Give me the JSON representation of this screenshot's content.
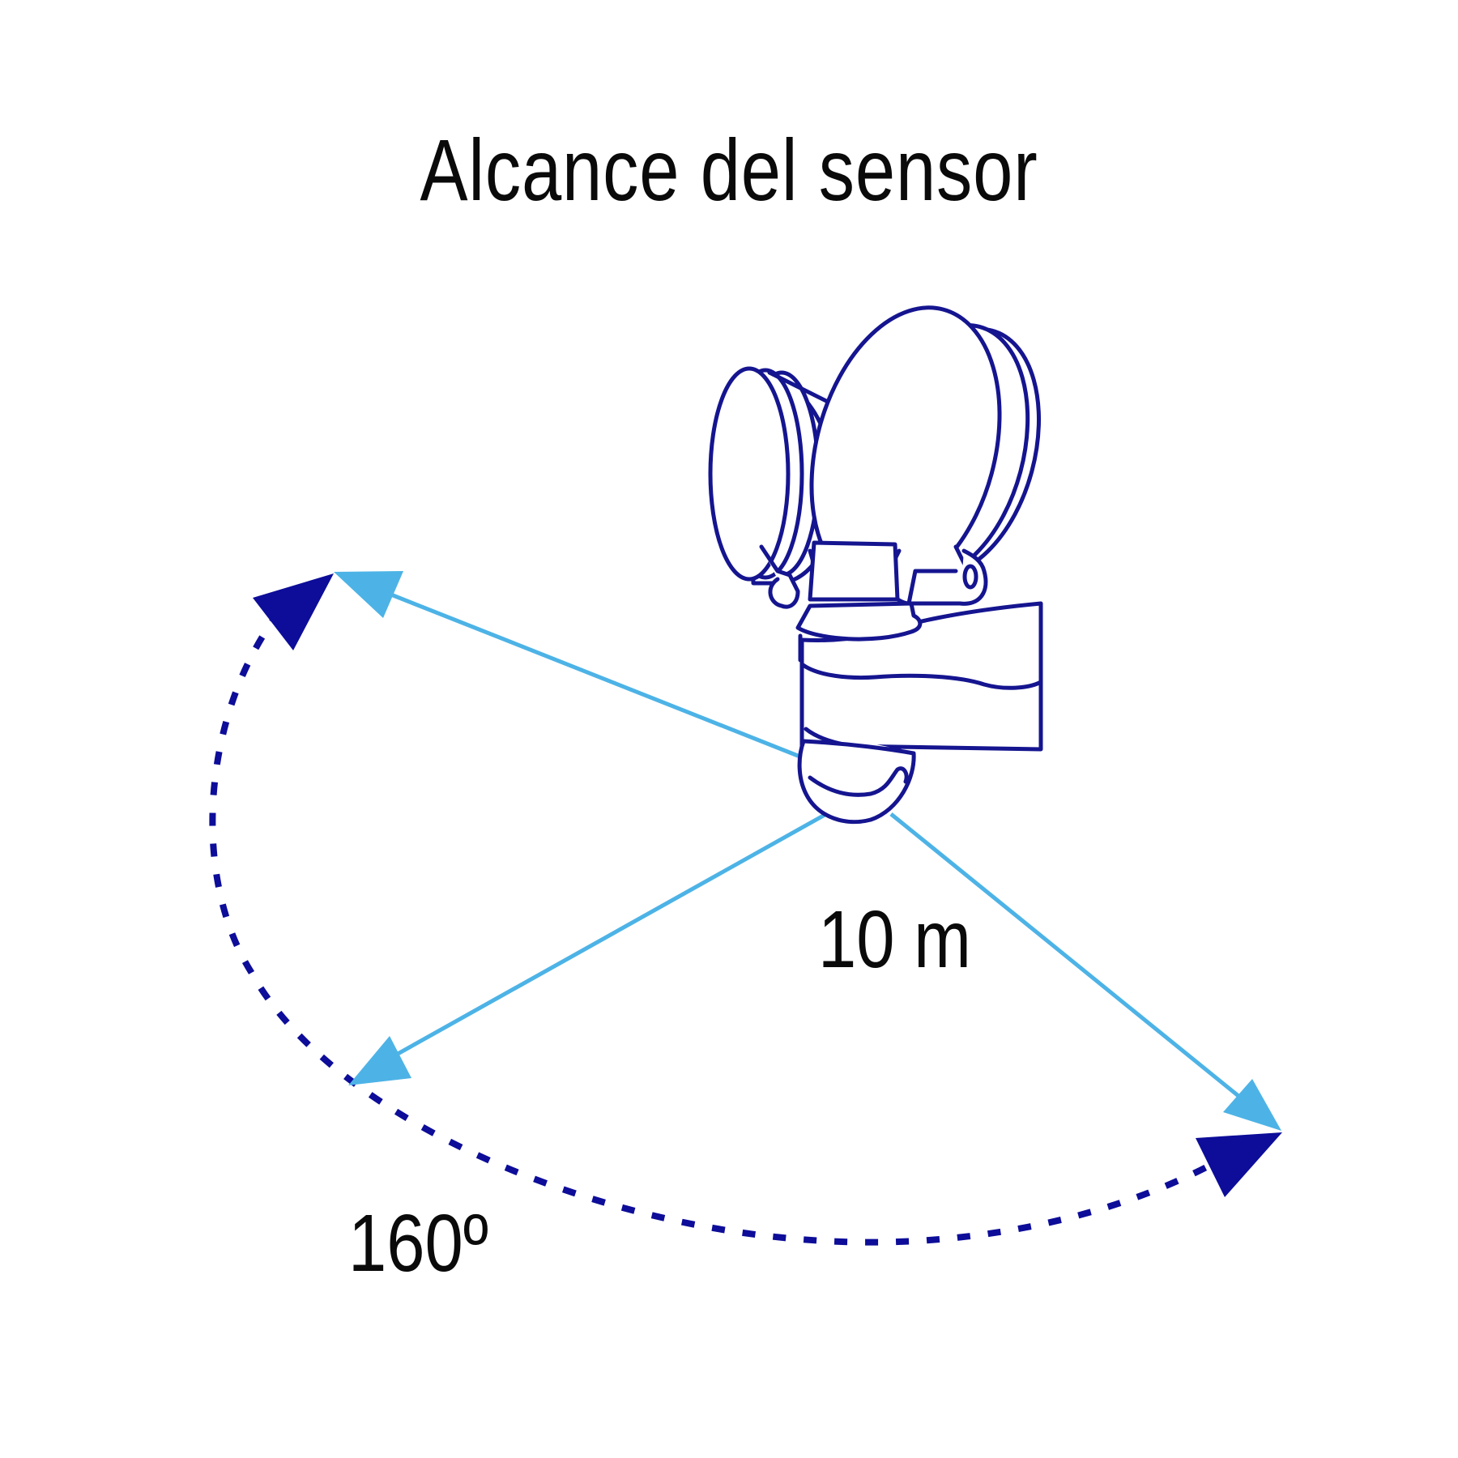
{
  "title": "Alcance del sensor",
  "distance_label": "10 m",
  "angle_label": "160º",
  "colors": {
    "text": "#0a0a0a",
    "range_line": "#4db3e6",
    "arc": "#0d0d99",
    "device_outline": "#151590"
  },
  "icons": [
    "motion-sensor-floodlight-icon"
  ]
}
